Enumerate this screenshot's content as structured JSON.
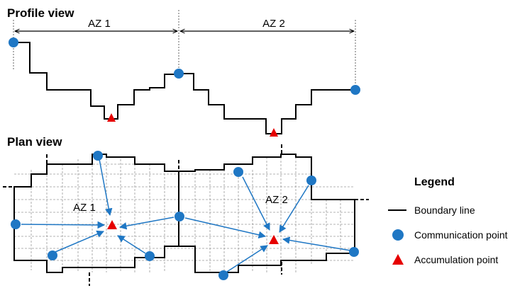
{
  "profile": {
    "title": "Profile view",
    "zone_labels": [
      "AZ 1",
      "AZ 2"
    ]
  },
  "plan": {
    "title": "Plan view",
    "zone_labels": [
      "AZ 1",
      "AZ 2"
    ]
  },
  "legend": {
    "title": "Legend",
    "items": [
      {
        "icon": "line-icon",
        "label": "Boundary line"
      },
      {
        "icon": "circle-icon",
        "label": "Communication point"
      },
      {
        "icon": "triangle-icon",
        "label": "Accumulation point"
      }
    ]
  },
  "colors": {
    "boundary": "#000000",
    "communication_point": "#1f77c4",
    "accumulation_point": "#e60000",
    "arrow": "#1f77c4",
    "grid": "#9a9a9a"
  }
}
